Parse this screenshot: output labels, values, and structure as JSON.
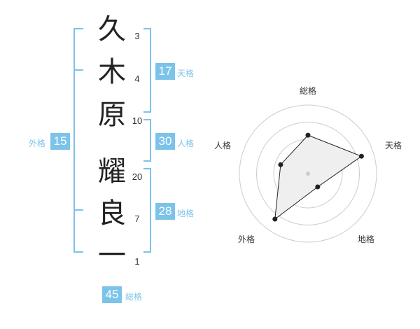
{
  "name_chars": [
    {
      "char": "久",
      "strokes": "3"
    },
    {
      "char": "木",
      "strokes": "4"
    },
    {
      "char": "原",
      "strokes": "10"
    },
    {
      "char": "耀",
      "strokes": "20"
    },
    {
      "char": "良",
      "strokes": "7"
    },
    {
      "char": "一",
      "strokes": "1"
    }
  ],
  "kaku": {
    "tenkaku": {
      "value": "17",
      "label": "天格"
    },
    "jinkaku": {
      "value": "30",
      "label": "人格"
    },
    "chikaku": {
      "value": "28",
      "label": "地格"
    },
    "gaikaku": {
      "value": "15",
      "label": "外格"
    },
    "soukaku": {
      "value": "45",
      "label": "総格"
    }
  },
  "colors": {
    "accent": "#7cc3ea",
    "text": "#222222"
  },
  "chart_data": {
    "type": "radar",
    "axes": [
      "総格",
      "天格",
      "地格",
      "外格",
      "人格"
    ],
    "values": [
      0.56,
      0.82,
      0.24,
      0.82,
      0.42
    ],
    "rings": 4,
    "grid": true
  }
}
